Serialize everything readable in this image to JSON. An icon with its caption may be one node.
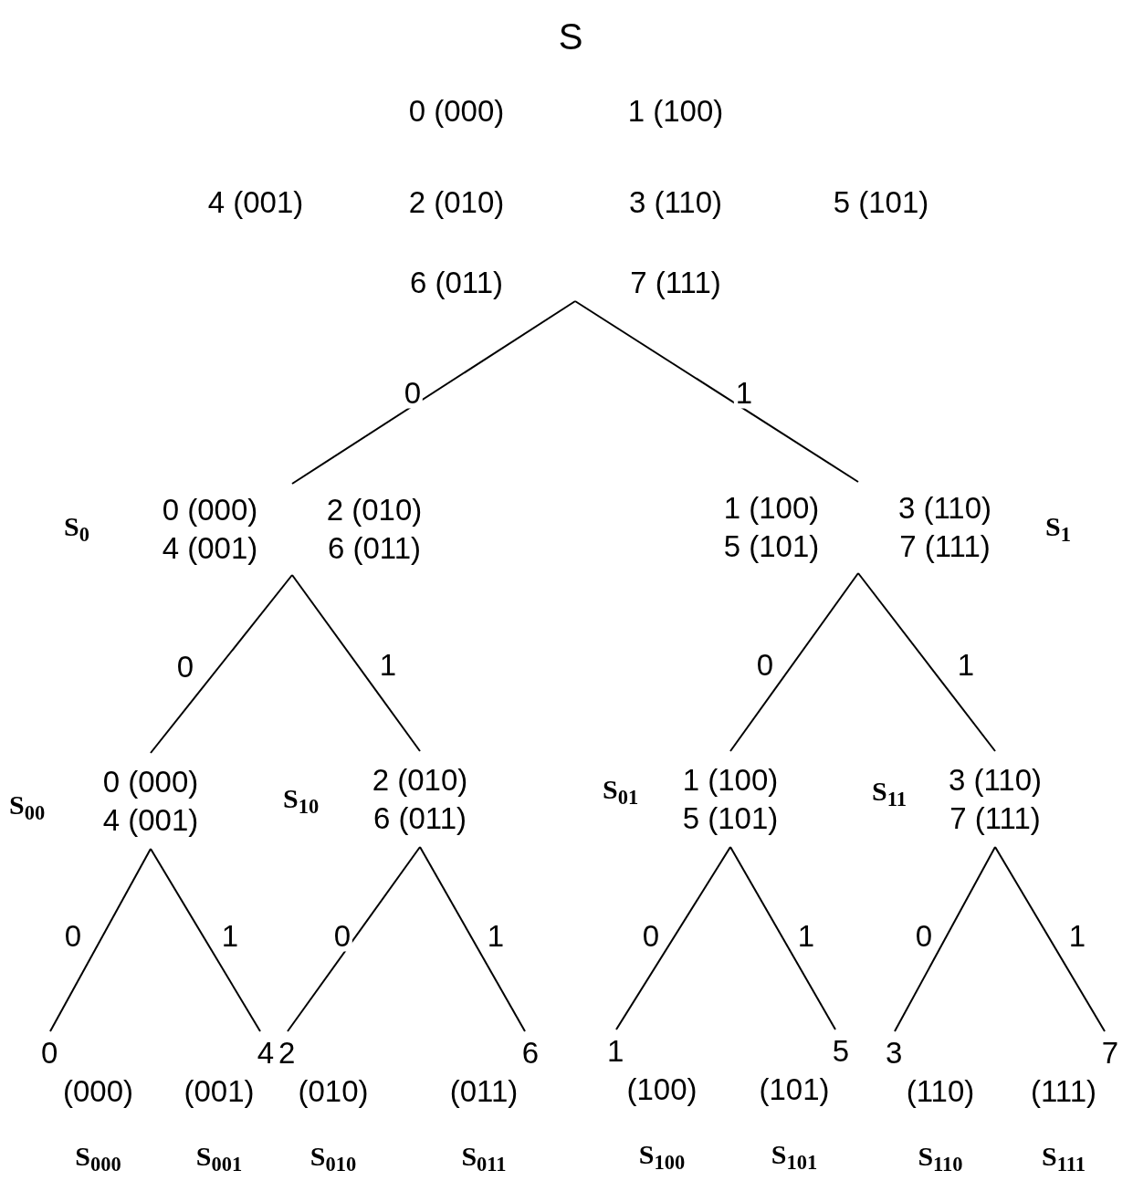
{
  "diagram": {
    "nodes": [
      {
        "text": [
          "S",
          "0 (000)",
          "1 (100)",
          "4 (001)",
          "2 (010)",
          "3 (110)",
          "5 (101)",
          "6 (011)",
          "7 (111)"
        ]
      },
      {
        "text": [
          "0 (000)",
          "2 (010)",
          "4 (001)",
          "6 (011)"
        ],
        "beside": [
          "S$_{0}$"
        ]
      },
      {
        "text": [
          "1 (100)",
          "3 (110)",
          "5 (101)",
          "7 (111)"
        ],
        "beside": [
          "S$_{1}$"
        ]
      },
      {
        "text": [
          "0 (000)",
          "4 (001)"
        ],
        "beside": [
          "S$_{00}$"
        ]
      },
      {
        "text": [
          "2 (010)",
          "6 (011)"
        ],
        "beside": [
          "S$_{10}$"
        ]
      },
      {
        "text": [
          "1 (100)",
          "5 (101)"
        ],
        "beside": [
          "S$_{01}$"
        ]
      },
      {
        "text": [
          "3 (110)",
          "7 (111)"
        ],
        "beside": [
          "S$_{11}$"
        ]
      },
      {
        "text": [
          "0",
          "(000)"
        ],
        "beside": [
          "S$_{000}$"
        ]
      },
      {
        "text": [
          "4",
          "(001)"
        ],
        "beside": [
          "S$_{001}$"
        ]
      },
      {
        "text": [
          "2",
          "(010)"
        ],
        "beside": [
          "S$_{010}$"
        ]
      },
      {
        "text": [
          "6",
          "(011)"
        ],
        "beside": [
          "S$_{011}$"
        ]
      },
      {
        "text": [
          "1",
          "(100)"
        ],
        "beside": [
          "S$_{100}$"
        ]
      },
      {
        "text": [
          "5",
          "(101)"
        ],
        "beside": [
          "S$_{101}$"
        ]
      },
      {
        "text": [
          "3",
          "(110)"
        ],
        "beside": [
          "S$_{110}$"
        ]
      },
      {
        "text": [
          "7",
          "(111)"
        ],
        "beside": [
          "S$_{111}$"
        ]
      }
    ],
    "edges": [
      {
        "from": 0,
        "to": 1,
        "arrow": "none",
        "label": "0"
      },
      {
        "from": 0,
        "to": 2,
        "arrow": "none",
        "label": "1"
      },
      {
        "from": 1,
        "to": 3,
        "arrow": "none",
        "label": "0"
      },
      {
        "from": 1,
        "to": 4,
        "arrow": "none",
        "label": "1"
      },
      {
        "from": 2,
        "to": 5,
        "arrow": "none",
        "label": "0"
      },
      {
        "from": 2,
        "to": 6,
        "arrow": "none",
        "label": "1"
      },
      {
        "from": 3,
        "to": 7,
        "arrow": "none",
        "label": "0"
      },
      {
        "from": 3,
        "to": 8,
        "arrow": "none",
        "label": "1"
      },
      {
        "from": 4,
        "to": 9,
        "arrow": "none",
        "label": "0"
      },
      {
        "from": 4,
        "to": 10,
        "arrow": "none",
        "label": "1"
      },
      {
        "from": 5,
        "to": 11,
        "arrow": "none",
        "label": "0"
      },
      {
        "from": 5,
        "to": 12,
        "arrow": "none",
        "label": "1"
      },
      {
        "from": 6,
        "to": 13,
        "arrow": "none",
        "label": "0"
      },
      {
        "from": 6,
        "to": 14,
        "arrow": "none",
        "label": "1"
      }
    ]
  }
}
